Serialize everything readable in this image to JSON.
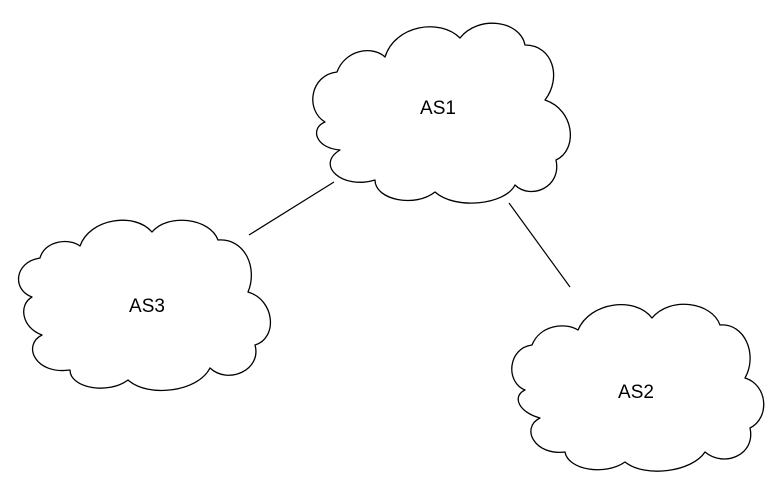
{
  "nodes": [
    {
      "id": "as1",
      "label": "AS1"
    },
    {
      "id": "as3",
      "label": "AS3"
    },
    {
      "id": "as2",
      "label": "AS2"
    }
  ],
  "links": [
    {
      "from": "as1",
      "to": "as3"
    },
    {
      "from": "as1",
      "to": "as2"
    }
  ],
  "colors": {
    "stroke": "#000000",
    "fill": "#ffffff",
    "background": "#ffffff"
  }
}
